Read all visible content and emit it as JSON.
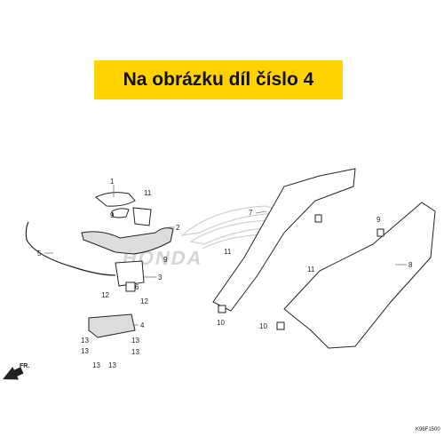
{
  "banner": {
    "text": "Na obrázku díl číslo 4",
    "background": "#ffd200"
  },
  "watermark": {
    "text": "HONDA"
  },
  "direction_marker": {
    "text": "FR."
  },
  "diagram_code": "K96F1500",
  "labels": {
    "l1": "1",
    "l2": "2",
    "l3": "3",
    "l4": "4",
    "l5": "5",
    "l6": "6",
    "l7": "7",
    "l8": "8",
    "l9a": "9",
    "l9b": "9",
    "l9c": "9",
    "l10a": "10",
    "l10b": "10",
    "l11a": "11",
    "l11b": "11",
    "l11c": "11",
    "l12a": "12",
    "l12b": "12",
    "l13a": "13",
    "l13b": "13",
    "l13c": "13",
    "l13d": "13",
    "l13e": "13",
    "l13f": "13"
  }
}
